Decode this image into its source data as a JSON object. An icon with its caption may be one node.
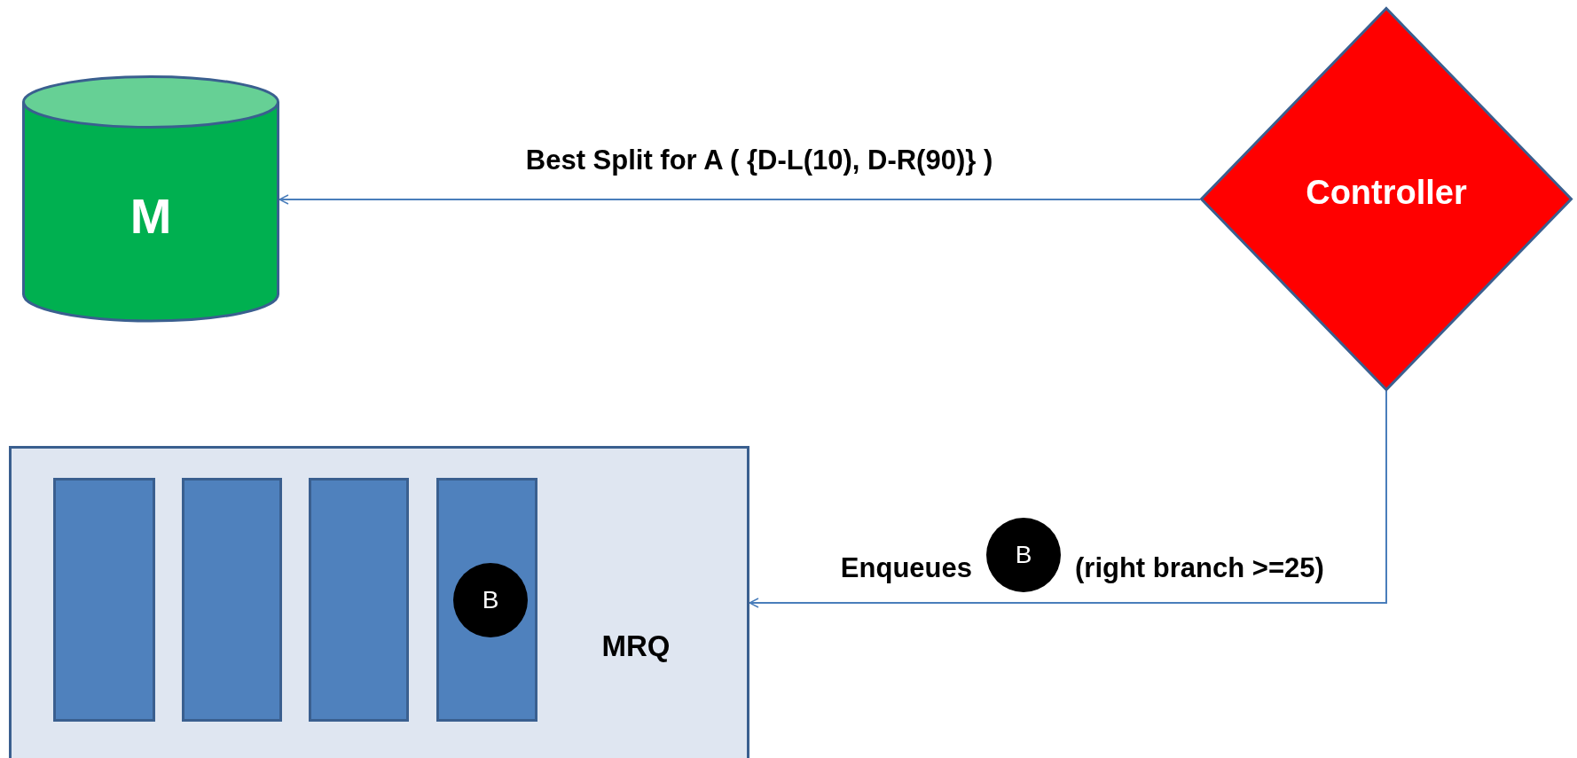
{
  "diagram": {
    "nodes": [
      {
        "text": [
          "M"
        ]
      },
      {
        "text": [
          "Controller"
        ]
      },
      {
        "text": [
          "MRQ"
        ]
      },
      {
        "text": [],
        "shape": "bar",
        "in": 2
      },
      {
        "text": [],
        "shape": "bar",
        "in": 2
      },
      {
        "text": [],
        "shape": "bar",
        "in": 2
      },
      {
        "text": [],
        "shape": "bar",
        "in": 2
      },
      {
        "text": [
          "B"
        ],
        "in": 6
      },
      {
        "text": [
          "B"
        ]
      }
    ],
    "edges": [
      {
        "from": 1,
        "to": 0,
        "arrow": "to",
        "label": "Best Split for A ( {D-L(10), D-R(90)} )"
      },
      {
        "from": 1,
        "to": 2,
        "arrow": "to"
      }
    ],
    "labels": [
      "Enqueues",
      "(right branch >=25)"
    ]
  }
}
